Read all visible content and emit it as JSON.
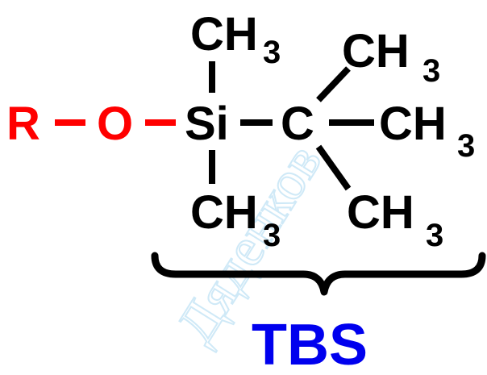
{
  "colors": {
    "r_group": "#ff0000",
    "tbs_group": "#000000",
    "tbs_label": "#0000ee",
    "watermark": "#cfe9f7",
    "background": "#ffffff"
  },
  "atoms": {
    "r": "R",
    "o": "O",
    "si": "Si",
    "c": "C",
    "ch3_top_main": "CH",
    "ch3_top_sub": "3",
    "ch3_bottom_main": "CH",
    "ch3_bottom_sub": "3",
    "ch3_upper_right_main": "CH",
    "ch3_upper_right_sub": "3",
    "ch3_right_main": "CH",
    "ch3_right_sub": "3",
    "ch3_lower_right_main": "CH",
    "ch3_lower_right_sub": "3"
  },
  "group_label": "TBS",
  "watermark": "Дяденков"
}
